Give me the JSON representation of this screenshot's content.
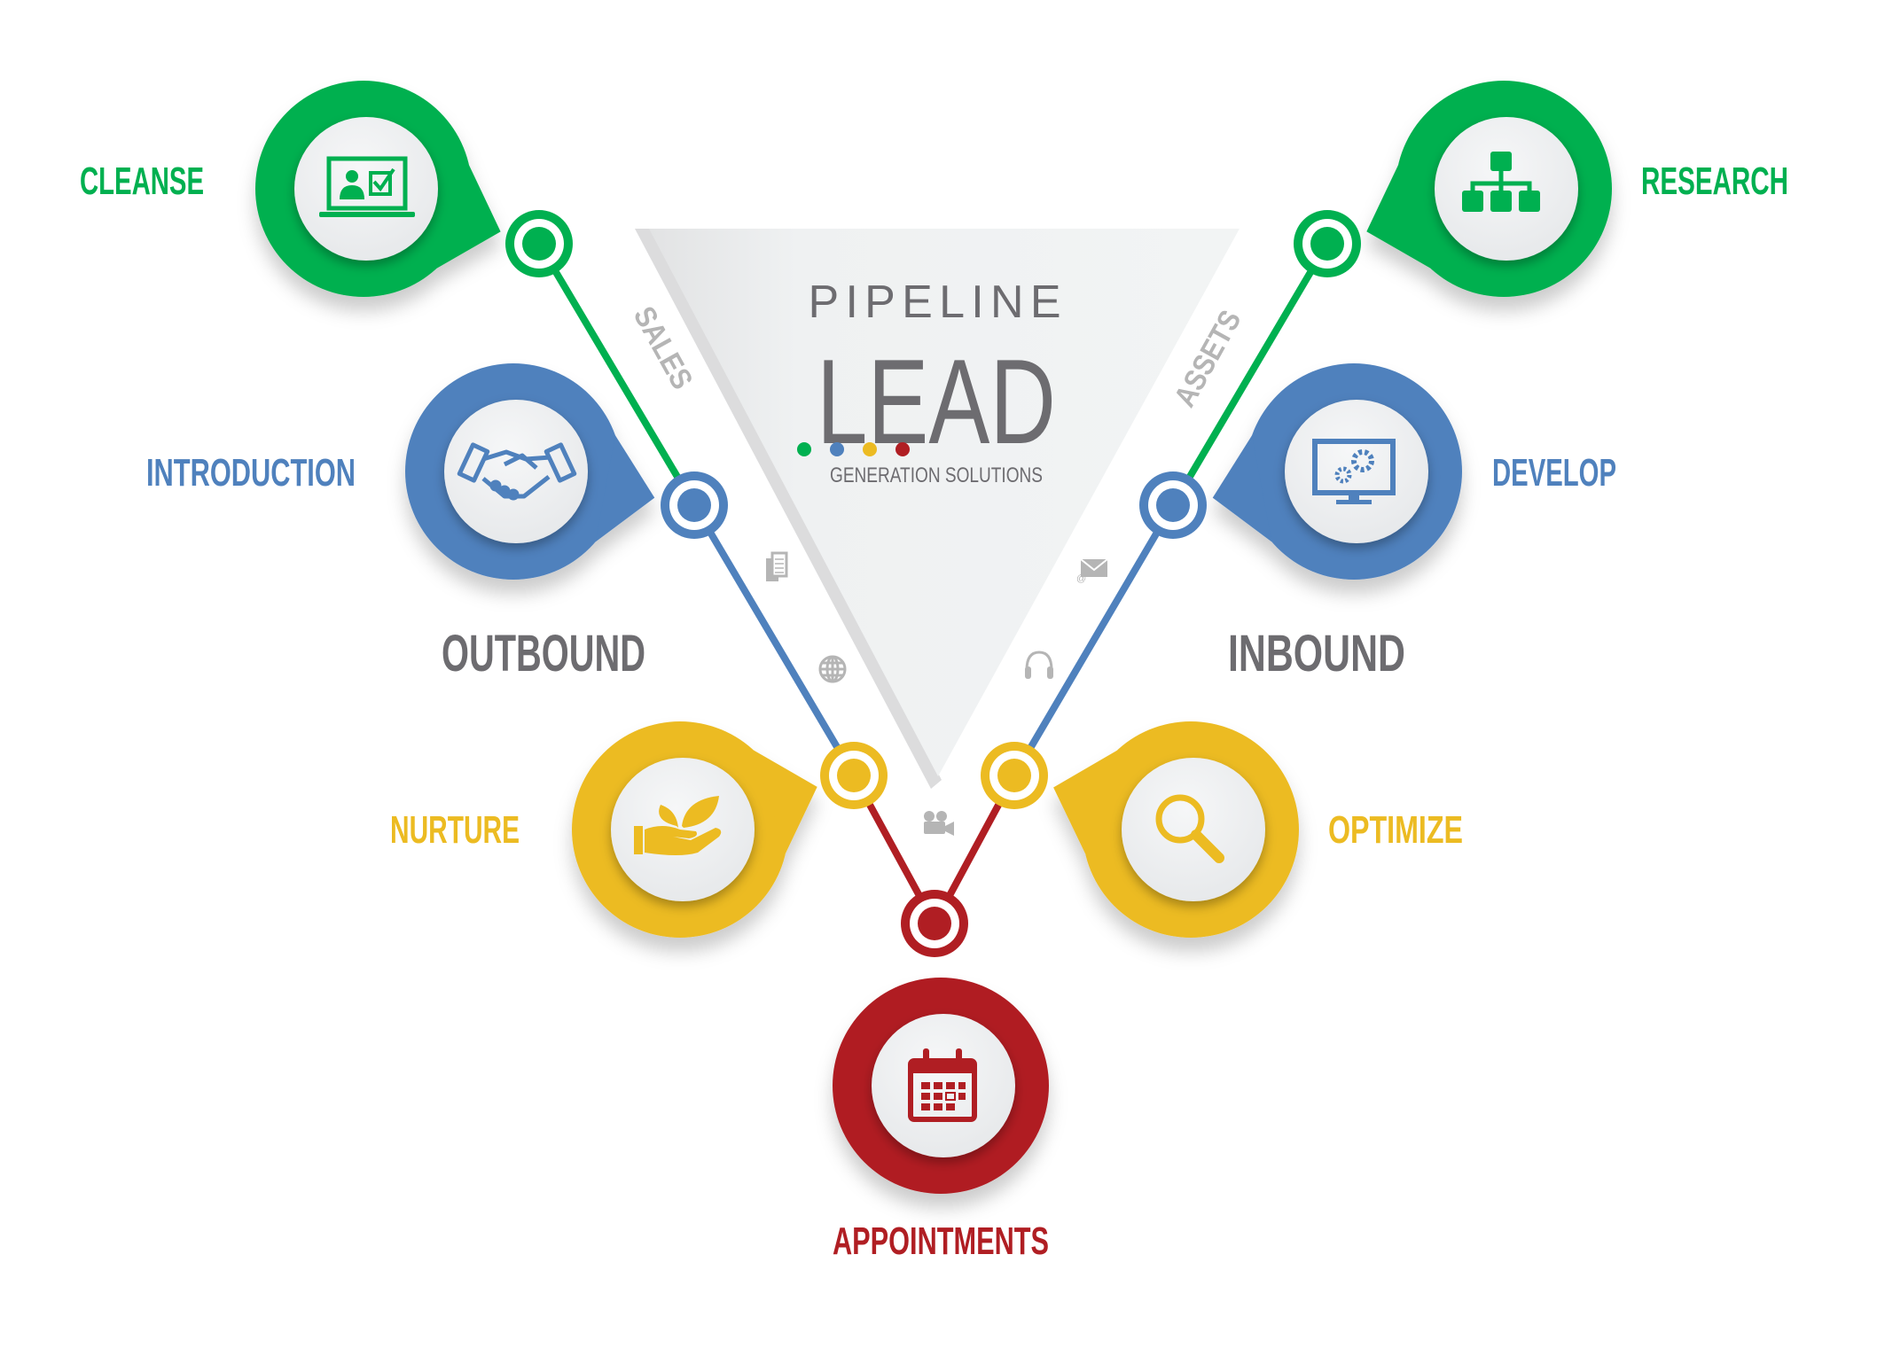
{
  "title": {
    "line1": "PIPELINE",
    "line2": "LEAD",
    "line3": "GENERATION SOLUTIONS"
  },
  "branches": {
    "left": "OUTBOUND",
    "right": "INBOUND"
  },
  "path_labels": {
    "left": "SALES",
    "right": "ASSETS"
  },
  "stages": {
    "cleanse": {
      "label": "CLEANSE",
      "icon": "laptop-user-check-icon"
    },
    "introduction": {
      "label": "INTRODUCTION",
      "icon": "handshake-icon"
    },
    "nurture": {
      "label": "NURTURE",
      "icon": "hand-plant-icon"
    },
    "appointments": {
      "label": "APPOINTMENTS",
      "icon": "calendar-icon"
    },
    "optimize": {
      "label": "OPTIMIZE",
      "icon": "magnifier-icon"
    },
    "develop": {
      "label": "DEVELOP",
      "icon": "monitor-gears-icon"
    },
    "research": {
      "label": "RESEARCH",
      "icon": "org-chart-icon"
    }
  },
  "small_icons": [
    "document-icon",
    "globe-icon",
    "camera-icon",
    "headset-icon",
    "email-icon"
  ],
  "colors": {
    "green": "#00b050",
    "blue": "#4f81bd",
    "yellow": "#ecbb22",
    "red": "#b01e23",
    "gray": "#6d6c70"
  }
}
